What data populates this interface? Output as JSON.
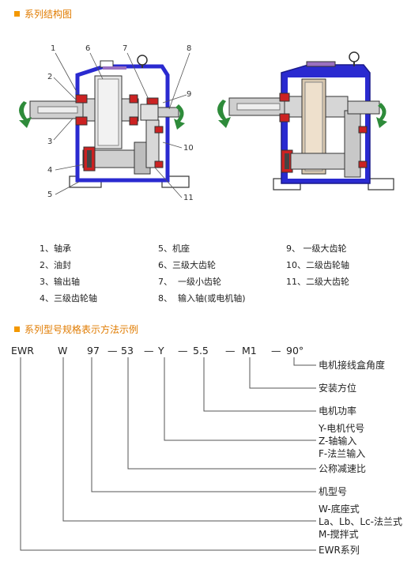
{
  "section1": {
    "title": "系列结构图"
  },
  "diagram": {
    "callouts": [
      "1",
      "2",
      "3",
      "4",
      "5",
      "6",
      "7",
      "8",
      "9",
      "10",
      "11"
    ]
  },
  "parts": [
    {
      "num": "1、",
      "label": "轴承"
    },
    {
      "num": "2、",
      "label": "油封"
    },
    {
      "num": "3、",
      "label": "输出轴"
    },
    {
      "num": "4、",
      "label": "三级齿轮轴"
    },
    {
      "num": "5、",
      "label": "机座"
    },
    {
      "num": "6、",
      "label": "三级大齿轮"
    },
    {
      "num": "7、",
      "label": "一级小齿轮"
    },
    {
      "num": "8、",
      "label": "输入轴(或电机轴)"
    },
    {
      "num": "9、",
      "label": "一级大齿轮"
    },
    {
      "num": "10、",
      "label": "二级齿轮轴"
    },
    {
      "num": "11、",
      "label": "二级大齿轮"
    }
  ],
  "section2": {
    "title": "系列型号规格表示方法示例"
  },
  "model_code": {
    "segments": [
      "EWR",
      "W",
      "97",
      "53",
      "Y",
      "5.5",
      "M1",
      "90°"
    ],
    "separators": [
      "—",
      "—",
      "—",
      "—",
      "—"
    ]
  },
  "code_meanings": {
    "angle": "电机接线盒角度",
    "mount_pos": "安装方位",
    "power": "电机功率",
    "input_y": "Y-电机代号",
    "input_z": "Z-轴输入",
    "input_f": "F-法兰输入",
    "ratio": "公称减速比",
    "frame": "机型号",
    "type_w": "W-底座式",
    "type_flange": "La、Lb、Lc-法兰式",
    "type_m": "M-搅拌式",
    "series": "EWR系列"
  },
  "colors": {
    "accent": "#f39800",
    "housing": "#2a2ad0",
    "shaft": "#b8b8b8",
    "arrow": "#2e8b3a",
    "leader": "#555555"
  }
}
